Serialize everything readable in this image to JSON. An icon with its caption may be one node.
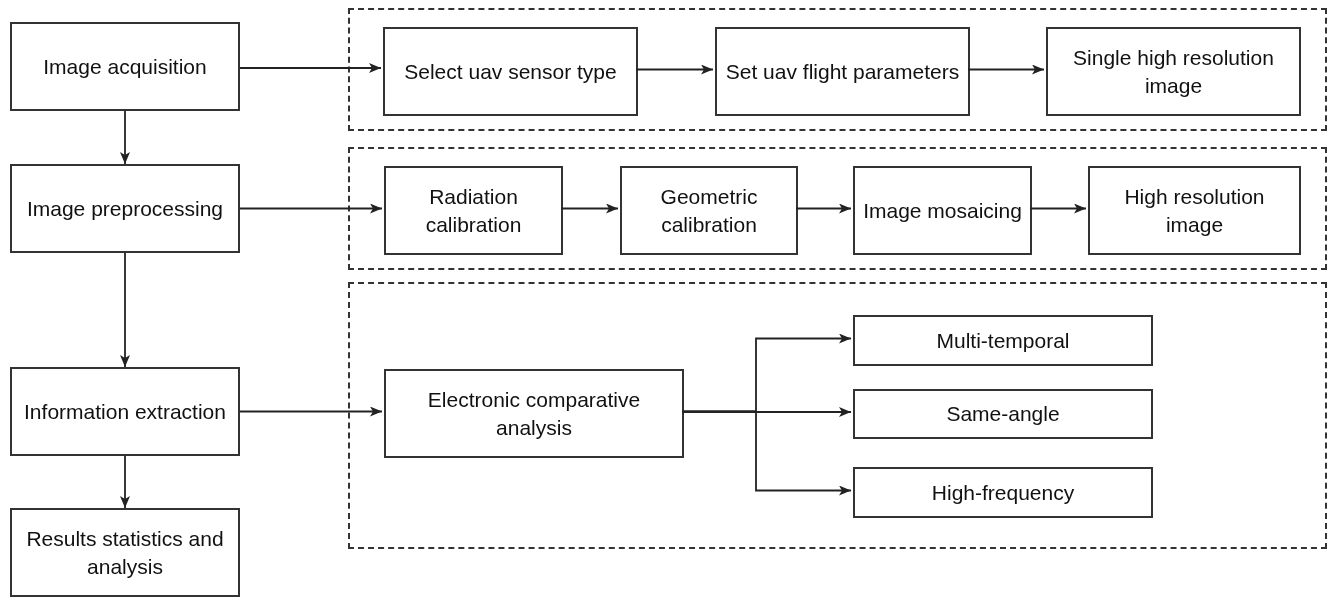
{
  "diagram": {
    "nodes": [
      {
        "text": [
          "Image acquisition"
        ]
      },
      {
        "text": [
          "Image preprocessing"
        ]
      },
      {
        "text": [
          "Information extraction"
        ]
      },
      {
        "text": [
          "Results statistics and analysis"
        ]
      },
      {
        "text": [],
        "shape": "box"
      },
      {
        "text": [
          "Select uav sensor type"
        ],
        "in": 4
      },
      {
        "text": [
          "Set uav flight parameters"
        ],
        "in": 4
      },
      {
        "text": [
          "Single high resolution image"
        ],
        "in": 4
      },
      {
        "text": [],
        "shape": "box"
      },
      {
        "text": [
          "Radiation calibration"
        ],
        "in": 8
      },
      {
        "text": [
          "Geometric calibration"
        ],
        "in": 8
      },
      {
        "text": [
          "Image mosaicing"
        ],
        "in": 8
      },
      {
        "text": [
          "High resolution image"
        ],
        "in": 8
      },
      {
        "text": [],
        "shape": "box"
      },
      {
        "text": [
          "Electronic comparative analysis"
        ],
        "in": 13
      },
      {
        "text": [
          "Multi-temporal"
        ],
        "in": 13
      },
      {
        "text": [
          "Same-angle"
        ],
        "in": 13
      },
      {
        "text": [
          "High-frequency"
        ],
        "in": 13
      }
    ],
    "edges": [
      {
        "from": 0,
        "to": 1,
        "arrow": "to"
      },
      {
        "from": 1,
        "to": 2,
        "arrow": "to"
      },
      {
        "from": 2,
        "to": 3,
        "arrow": "to"
      },
      {
        "from": 0,
        "to": 5,
        "arrow": "to"
      },
      {
        "from": 5,
        "to": 6,
        "arrow": "to"
      },
      {
        "from": 6,
        "to": 7,
        "arrow": "to"
      },
      {
        "from": 1,
        "to": 9,
        "arrow": "to"
      },
      {
        "from": 9,
        "to": 10,
        "arrow": "to"
      },
      {
        "from": 10,
        "to": 11,
        "arrow": "to"
      },
      {
        "from": 11,
        "to": 12,
        "arrow": "to"
      },
      {
        "from": 2,
        "to": 14,
        "arrow": "to"
      },
      {
        "from": 14,
        "to": 15,
        "arrow": "to"
      },
      {
        "from": 14,
        "to": 16,
        "arrow": "to"
      },
      {
        "from": 14,
        "to": 17,
        "arrow": "to"
      }
    ]
  }
}
